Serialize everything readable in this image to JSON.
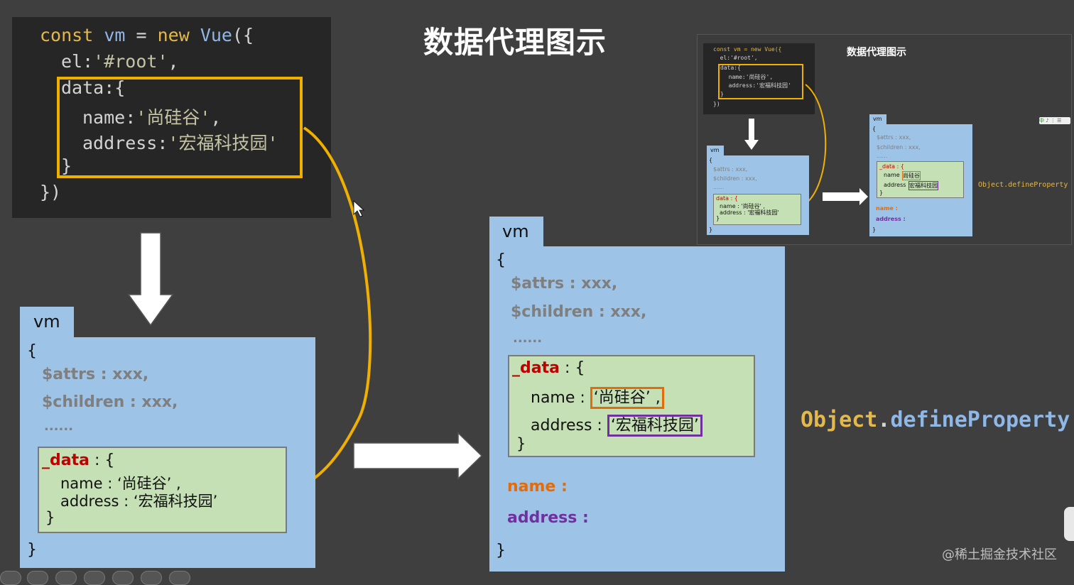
{
  "title": "数据代理图示",
  "code": {
    "line1": {
      "kw1": "const",
      "var": "vm",
      "eq": " = ",
      "kw2": "new",
      "fn": "Vue",
      "tail": "({"
    },
    "line2": {
      "key": "el:",
      "val": "'#root'",
      "tail": ","
    },
    "line3": "data:{",
    "line4": {
      "key": "name:",
      "val": "'尚硅谷'",
      "tail": ","
    },
    "line5": {
      "key": "address:",
      "val": "'宏福科技园'"
    },
    "line6": "}",
    "line7": "})"
  },
  "vm_left": {
    "tab": "vm",
    "open": "{",
    "attrs": "$attrs : xxx,",
    "children": "$children : xxx,",
    "dots": "......",
    "data_label": "_data",
    "data_colon": " : {",
    "name_line": "name : ‘尚硅谷’ ,",
    "address_line": "address : ‘宏福科技园’",
    "inner_close": "}",
    "close": "}"
  },
  "vm_right": {
    "tab": "vm",
    "open": "{",
    "attrs": "$attrs : xxx,",
    "children": "$children : xxx,",
    "dots": "......",
    "data_label": "_data",
    "data_colon": " : {",
    "name_key": "name : ",
    "name_val": "‘尚硅谷’ ,",
    "address_key": "address : ",
    "address_val": "‘宏福科技园’",
    "inner_close": "}",
    "proxy_name": "name :",
    "proxy_address": "address :",
    "close": "}"
  },
  "define_property": {
    "obj": "Object",
    "dot": ".",
    "method": "defineProperty"
  },
  "thumbnail": {
    "title": "数据代理图示",
    "code_line1": "const vm = new Vue({",
    "code_line2": "  el:'#root',",
    "code_line3": "data:{",
    "code_line4": "  name:'尚硅谷',",
    "code_line5": "  address:'宏福科技园'",
    "code_line6": "}",
    "code_line7": "})",
    "vm_tab": "vm",
    "open": "{",
    "attrs": "$attrs : xxx,",
    "children": "$children : xxx,",
    "dots": "......",
    "data_line": "data : {",
    "name_line": "name : '尚硅谷' ,",
    "address_line": "address : '宏福科技园'",
    "inner_close": "}",
    "close": "}",
    "data_label2": "_data : {",
    "name_key": "name :",
    "name_val": "尚硅谷",
    "address_key": "address",
    "address_val": "宏福科技园",
    "proxy_name": "name :",
    "proxy_address": "address :",
    "define_property": "Object.defineProperty",
    "toolbar": "中 ♪ ⋮ ☰"
  },
  "watermark": "@稀土掘金技术社区",
  "colors": {
    "background": "#3f3f3f",
    "vm_blue": "#9dc3e6",
    "data_green": "#c5e0b4",
    "highlight_yellow": "#f0b000",
    "orange": "#e36c0a",
    "purple": "#7030a0",
    "red": "#c00000"
  }
}
